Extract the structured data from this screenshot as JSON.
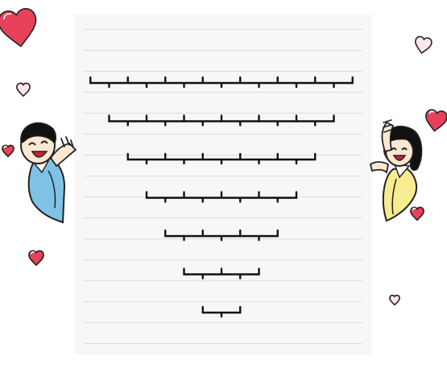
{
  "worksheet": {
    "rows": [
      {
        "boxes": 7
      },
      {
        "boxes": 6
      },
      {
        "boxes": 5
      },
      {
        "boxes": 4
      },
      {
        "boxes": 3
      },
      {
        "boxes": 2
      },
      {
        "boxes": 1
      }
    ]
  },
  "decorations": {
    "boy": {
      "icon": "boy-waving-icon",
      "shirt": "#7ec3e6",
      "hair": "#111111"
    },
    "girl": {
      "icon": "girl-waving-icon",
      "shirt": "#f7ec8f",
      "hair": "#111111"
    },
    "hearts": {
      "icon": "heart-icon",
      "color": "#e8415a"
    }
  }
}
